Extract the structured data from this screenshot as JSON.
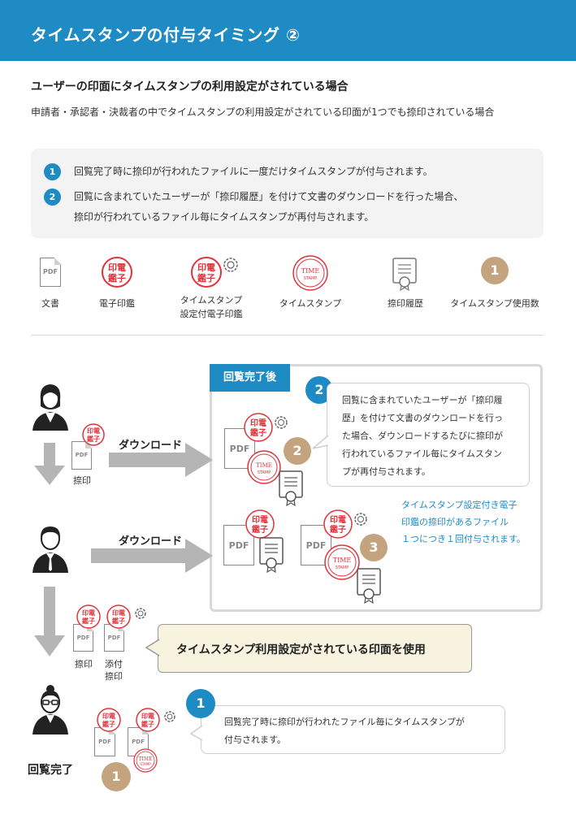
{
  "header": {
    "title": "タイムスタンプの付与タイミング ②"
  },
  "intro": {
    "subtitle": "ユーザーの印面にタイムスタンプの利用設定がされている場合",
    "description": "申請者・承認者・決裁者の中でタイムスタンプの利用設定がされている印面が1つでも捺印されている場合"
  },
  "notes": [
    {
      "num": "1",
      "text": "回覧完了時に捺印が行われたファイルに一度だけタイムスタンプが付与されます。"
    },
    {
      "num": "2",
      "line1": "回覧に含まれていたユーザーが「捺印履歴」を付けて文書のダウンロードを行った場合、",
      "line2": "捺印が行われているファイル毎にタイムスタンプが再付与されます。"
    }
  ],
  "legend": {
    "pdf_glyph": "PDF",
    "seal_glyph_top": "印電",
    "seal_glyph_bottom": "鑑子",
    "stamp_glyph_top": "TIME",
    "stamp_glyph_bottom": "STAMP",
    "items": [
      {
        "label": "文書",
        "icon": "pdf-document-icon"
      },
      {
        "label": "電子印鑑",
        "icon": "electronic-seal-icon"
      },
      {
        "label_line1": "タイムスタンプ",
        "label_line2": "設定付電子印鑑",
        "icon": "timestamp-seal-icon"
      },
      {
        "label": "タイムスタンプ",
        "icon": "timestamp-icon"
      },
      {
        "label": "捺印履歴",
        "icon": "stamp-history-certificate-icon"
      },
      {
        "label": "タイムスタンプ使用数",
        "count": "1",
        "icon": "timestamp-count-icon"
      }
    ]
  },
  "diagram": {
    "result_tab": "回覧完了後",
    "download_label": "ダウンロード",
    "stamp_label": "捺印",
    "attach_label_line1": "添付",
    "attach_label_line2": "捺印",
    "bubble2": {
      "num": "2",
      "lines": [
        "回覧に含まれていたユーザーが「捺印履",
        "歴」を付けて文書のダウンロードを行っ",
        "た場合、ダウンロードするたびに捺印が",
        "行われているファイル毎にタイムスタン",
        "プが再付与されます。"
      ]
    },
    "blue_note": [
      "タイムスタンプ設定付き電子",
      "印鑑の捺印があるファイル",
      "１つにつき１回付与されます。"
    ],
    "count_2": "2",
    "count_3": "3",
    "count_1": "1",
    "callout": "タイムスタンプ利用設定がされている印面を使用",
    "bubble1": {
      "num": "1",
      "lines": [
        "回覧完了時に捺印が行われたファイル毎にタイムスタンプが",
        "付与されます。"
      ]
    },
    "final_label": "回覧完了"
  },
  "colors": {
    "accent_blue": "#1f8bc5",
    "seal_red": "#e0333b",
    "count_brown": "#c4a47e",
    "callout_bg": "#f7f3df"
  }
}
